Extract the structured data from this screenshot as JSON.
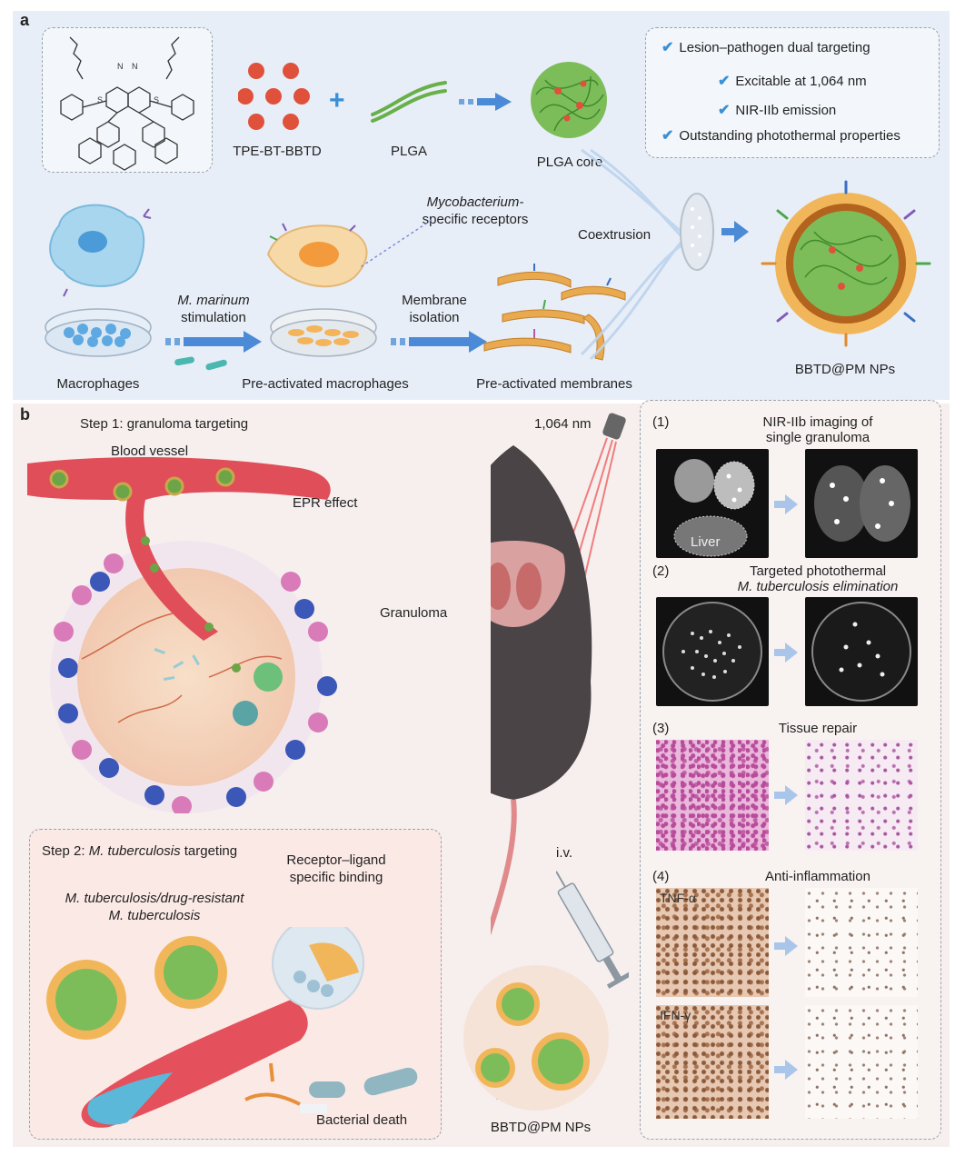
{
  "panel_a": {
    "label": "a",
    "tpe": "TPE-BT-BBTD",
    "plga": "PLGA",
    "plga_core": "PLGA core",
    "features": [
      "Lesion–pathogen dual targeting",
      "Excitable at 1,064 nm",
      "NIR-IIb emission",
      "Outstanding photothermal properties"
    ],
    "receptors_line1": "Mycobacterium-",
    "receptors_line2": "specific receptors",
    "coextrusion": "Coextrusion",
    "m_marinum": "M. marinum",
    "stimulation": "stimulation",
    "membrane": "Membrane",
    "isolation": "isolation",
    "macrophages": "Macrophages",
    "pre_macrophages": "Pre-activated macrophages",
    "pre_membranes": "Pre-activated membranes",
    "product": "BBTD@PM NPs"
  },
  "panel_b": {
    "label": "b",
    "step1": "Step 1: granuloma targeting",
    "blood_vessel": "Blood vessel",
    "epr": "EPR effect",
    "granuloma": "Granuloma",
    "laser": "1,064 nm",
    "iv": "i.v.",
    "product": "BBTD@PM NPs",
    "step2_prefix": "Step 2: ",
    "step2_italic": "M. tuberculosis",
    "step2_suffix": " targeting",
    "mtb_line1": "M. tuberculosis/drug-resistant",
    "mtb_line2": "M. tuberculosis",
    "binding_line1": "Receptor–ligand",
    "binding_line2": "specific binding",
    "bacterial_death": "Bacterial death",
    "results": {
      "r1_num": "(1)",
      "r1_title1": "NIR-IIb imaging of",
      "r1_title2": "single granuloma",
      "liver": "Liver",
      "r2_num": "(2)",
      "r2_title1": "Targeted photothermal",
      "r2_title2": "M. tuberculosis elimination",
      "r3_num": "(3)",
      "r3_title": "Tissue repair",
      "r4_num": "(4)",
      "r4_title": "Anti-inflammation",
      "tnf": "TNF-α",
      "ifn": "IFN-γ"
    }
  }
}
